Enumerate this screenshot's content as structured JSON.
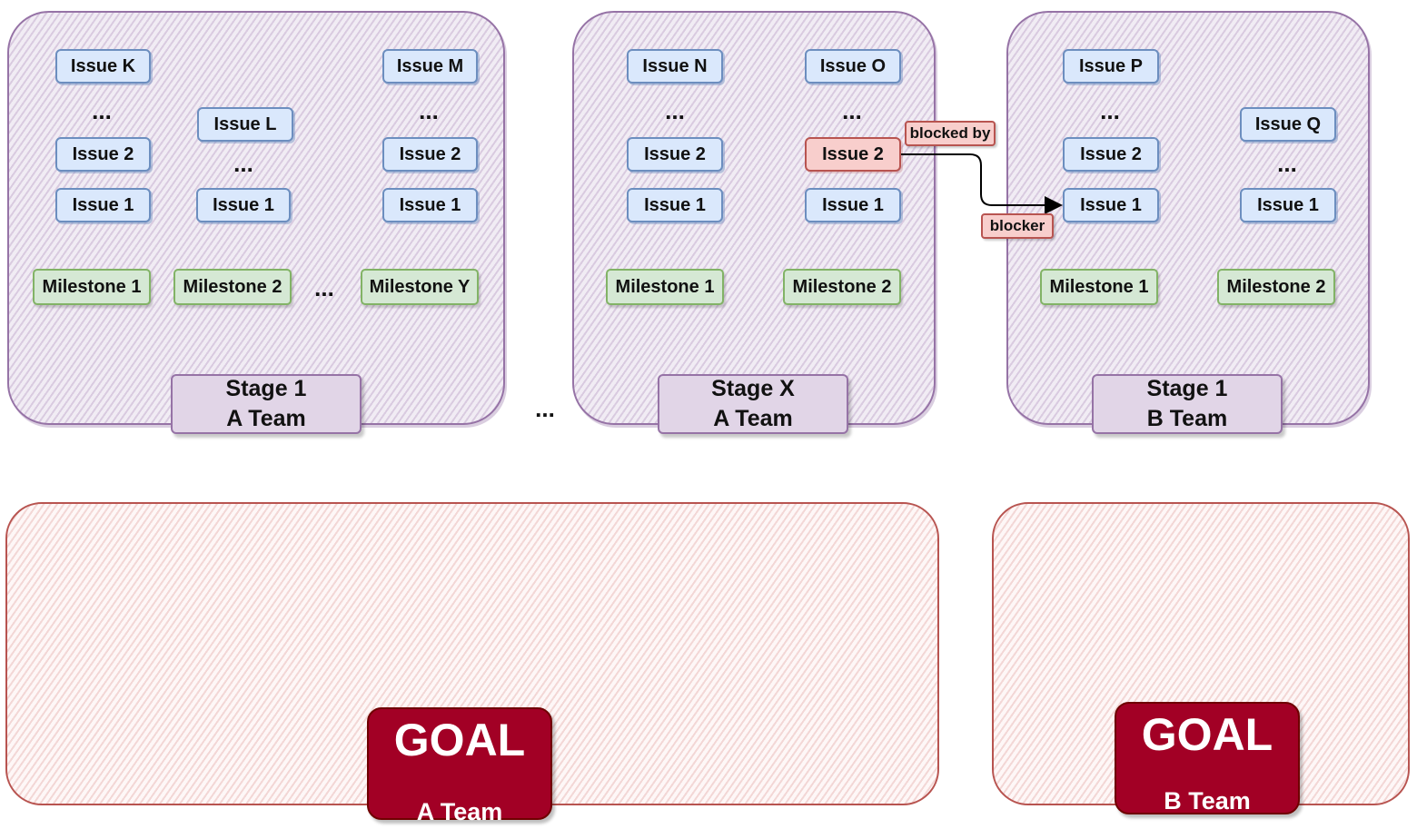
{
  "stages": [
    {
      "label_line1": "Stage 1",
      "label_line2": "A Team",
      "columns": [
        {
          "issues": [
            "Issue K",
            "...",
            "Issue 2",
            "Issue 1"
          ]
        },
        {
          "issues": [
            "Issue L",
            "...",
            "Issue 1"
          ]
        },
        {
          "issues": [
            "Issue M",
            "...",
            "Issue 2",
            "Issue 1"
          ]
        }
      ],
      "milestones": [
        "Milestone 1",
        "Milestone 2",
        "...",
        "Milestone Y"
      ]
    },
    {
      "label_line1": "Stage X",
      "label_line2": "A Team",
      "columns": [
        {
          "issues": [
            "Issue N",
            "...",
            "Issue 2",
            "Issue 1"
          ]
        },
        {
          "issues": [
            "Issue O",
            "...",
            "Issue 2",
            "Issue 1"
          ]
        }
      ],
      "milestones": [
        "Milestone 1",
        "Milestone 2"
      ]
    },
    {
      "label_line1": "Stage 1",
      "label_line2": "B Team",
      "columns": [
        {
          "issues": [
            "Issue P",
            "...",
            "Issue 2",
            "Issue 1"
          ]
        },
        {
          "issues": [
            "Issue Q",
            "...",
            "Issue 1"
          ]
        }
      ],
      "milestones": [
        "Milestone 1",
        "Milestone 2"
      ]
    }
  ],
  "between_stages_ellipsis": "...",
  "dependency": {
    "blocked_by_label": "blocked by",
    "blocker_label": "blocker"
  },
  "goals": [
    {
      "title": "GOAL",
      "team": "A Team"
    },
    {
      "title": "GOAL",
      "team": "B Team"
    }
  ],
  "colors": {
    "stage_stroke": "#9673a6",
    "stage_fill": "#e1d5e7",
    "issue_stroke": "#6c8ebf",
    "issue_fill": "#dae8fc",
    "milestone_stroke": "#82b366",
    "milestone_fill": "#d5e8d4",
    "blocked_fill": "#f8cecc",
    "blocked_stroke": "#b85450",
    "goal_stroke": "#b85450",
    "goal_label_fill": "#a20025"
  }
}
